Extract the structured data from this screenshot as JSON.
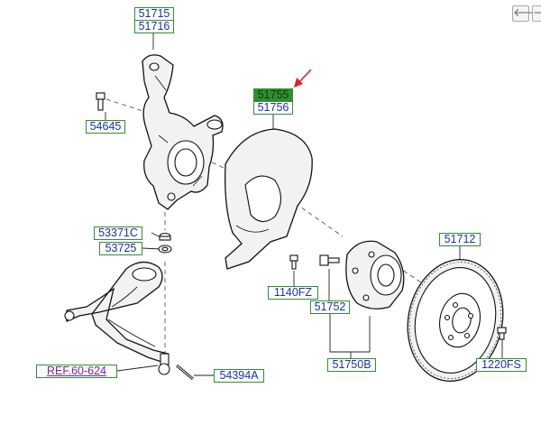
{
  "nav": {
    "back_glyph": "🡐",
    "forward_glyph": "🡒"
  },
  "labels": {
    "p51715": "51715",
    "p51716": "51716",
    "p54645": "54645",
    "p51755": "51755",
    "p51756": "51756",
    "p53371C": "53371C",
    "p53725": "53725",
    "p1140FZ": "1140FZ",
    "p51752": "51752",
    "p51712": "51712",
    "p51750B": "51750B",
    "p1220FS": "1220FS",
    "ref60624": "REF.60-624",
    "p54394A": "54394A"
  },
  "colors": {
    "label_text": "#1b2fb5",
    "label_border": "#2f8f2f",
    "highlight": "#2f8f2f",
    "pointer_arrow": "#e02020"
  }
}
